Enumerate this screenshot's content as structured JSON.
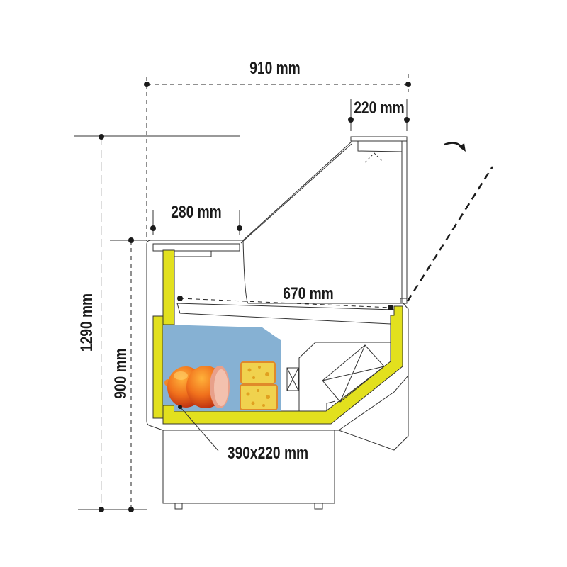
{
  "dimensions": {
    "total_depth": "910 mm",
    "top_depth": "220 mm",
    "shelf_top_depth": "280 mm",
    "total_height": "1290 mm",
    "counter_height": "900 mm",
    "inner_depth": "670 mm",
    "tray_size": "390x220 mm"
  },
  "colors": {
    "insulation": "#e2e01e",
    "display_area": "#86b1d3",
    "outline": "#333333"
  },
  "icons": [
    "sausage-illustration",
    "cheese-illustration",
    "rotate-arrow-icon"
  ]
}
